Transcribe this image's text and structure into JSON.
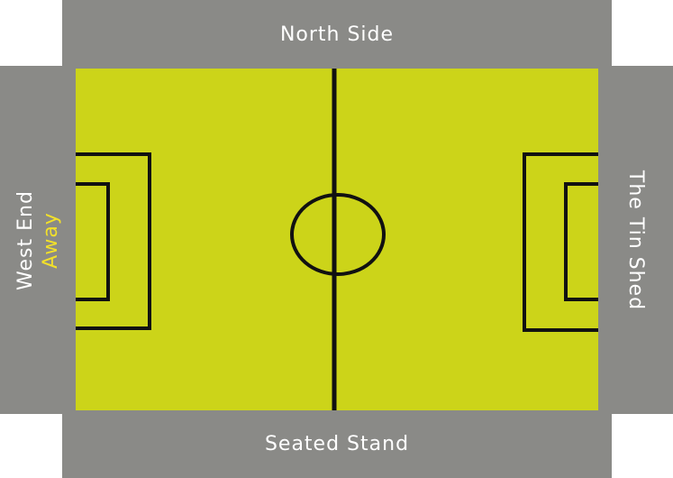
{
  "stands": {
    "north": "North Side",
    "south": "Seated Stand",
    "west": "West End",
    "west_note": "Away",
    "east": "The Tin Shed"
  },
  "colors": {
    "pitch": "#ccd419",
    "stand": "#8a8a87",
    "lines": "#111111",
    "away": "#f2e02a"
  }
}
